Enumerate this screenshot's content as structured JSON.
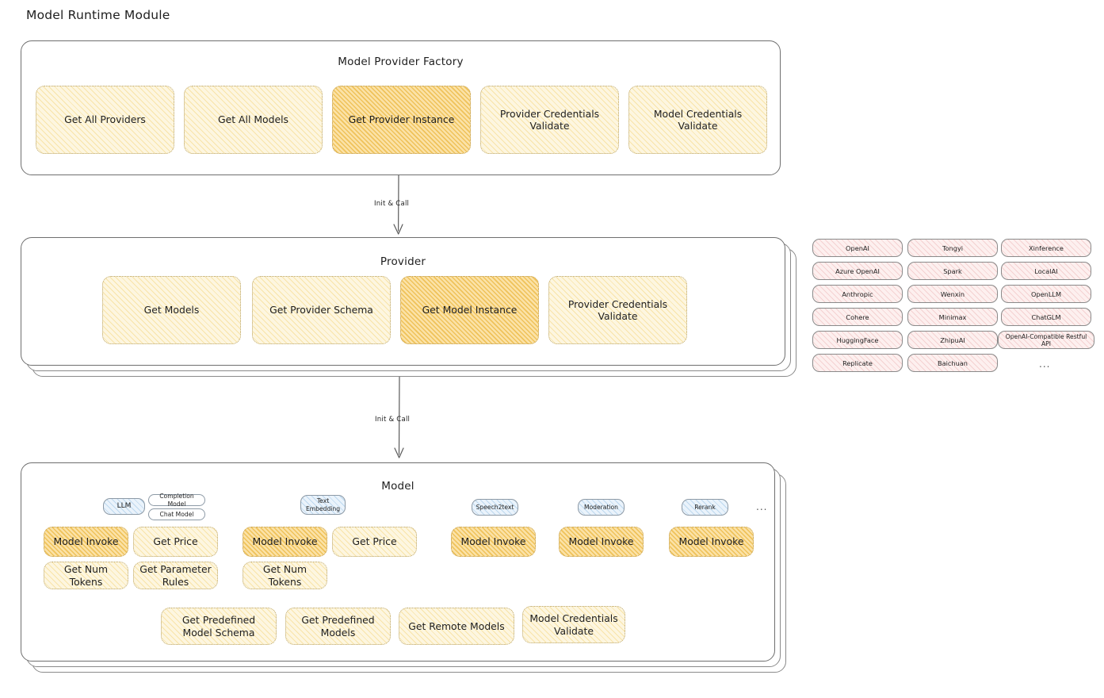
{
  "page": {
    "title": "Model Runtime Module",
    "ellipsis": "..."
  },
  "colors": {
    "fill_cream": "#fdf6e0",
    "fill_amber_highlight": "#fbe2a7",
    "fill_pink": "#fdf0ef",
    "fill_blue": "#eaf3fb",
    "stroke_grey": "#6f6f6f",
    "text": "#1e1e1e"
  },
  "factory": {
    "title": "Model Provider Factory",
    "boxes": [
      {
        "label": "Get All Providers",
        "highlight": false
      },
      {
        "label": "Get All Models",
        "highlight": false
      },
      {
        "label": "Get Provider Instance",
        "highlight": true
      },
      {
        "label": "Provider Credentials Validate",
        "highlight": false
      },
      {
        "label": "Model Credentials Validate",
        "highlight": false
      }
    ]
  },
  "arrows": [
    {
      "label": "Init & Call"
    },
    {
      "label": "Init & Call"
    }
  ],
  "provider": {
    "title": "Provider",
    "boxes": [
      {
        "label": "Get Models",
        "highlight": false
      },
      {
        "label": "Get Provider Schema",
        "highlight": false
      },
      {
        "label": "Get Model Instance",
        "highlight": true
      },
      {
        "label": "Provider Credentials Validate",
        "highlight": false
      }
    ]
  },
  "provider_list": {
    "columns": [
      [
        "OpenAI",
        "Azure OpenAI",
        "Anthropic",
        "Cohere",
        "HuggingFace",
        "Replicate"
      ],
      [
        "Tongyi",
        "Spark",
        "Wenxin",
        "Minimax",
        "ZhipuAI",
        "Baichuan"
      ],
      [
        "Xinference",
        "LocalAI",
        "OpenLLM",
        "ChatGLM",
        "OpenAI-Compatible Restful API"
      ]
    ],
    "more": "..."
  },
  "model": {
    "title": "Model",
    "more": "...",
    "types": [
      {
        "badge": "LLM",
        "sub_badges": [
          "Completion Model",
          "Chat Model"
        ],
        "methods": [
          {
            "label": "Model Invoke",
            "highlight": true
          },
          {
            "label": "Get Price",
            "highlight": false
          },
          {
            "label": "Get Num Tokens",
            "highlight": false
          },
          {
            "label": "Get Parameter Rules",
            "highlight": false
          }
        ]
      },
      {
        "badge": "Text Embedding",
        "sub_badges": [],
        "methods": [
          {
            "label": "Model Invoke",
            "highlight": true
          },
          {
            "label": "Get Price",
            "highlight": false
          },
          {
            "label": "Get Num Tokens",
            "highlight": false
          }
        ]
      },
      {
        "badge": "Speech2text",
        "sub_badges": [],
        "methods": [
          {
            "label": "Model Invoke",
            "highlight": true
          }
        ]
      },
      {
        "badge": "Moderation",
        "sub_badges": [],
        "methods": [
          {
            "label": "Model Invoke",
            "highlight": true
          }
        ]
      },
      {
        "badge": "Rerank",
        "sub_badges": [],
        "methods": [
          {
            "label": "Model Invoke",
            "highlight": true
          }
        ]
      }
    ],
    "common_methods": [
      {
        "label": "Get Predefined Model Schema"
      },
      {
        "label": "Get Predefined Models"
      },
      {
        "label": "Get Remote Models"
      },
      {
        "label": "Model Credentials Validate"
      }
    ]
  }
}
